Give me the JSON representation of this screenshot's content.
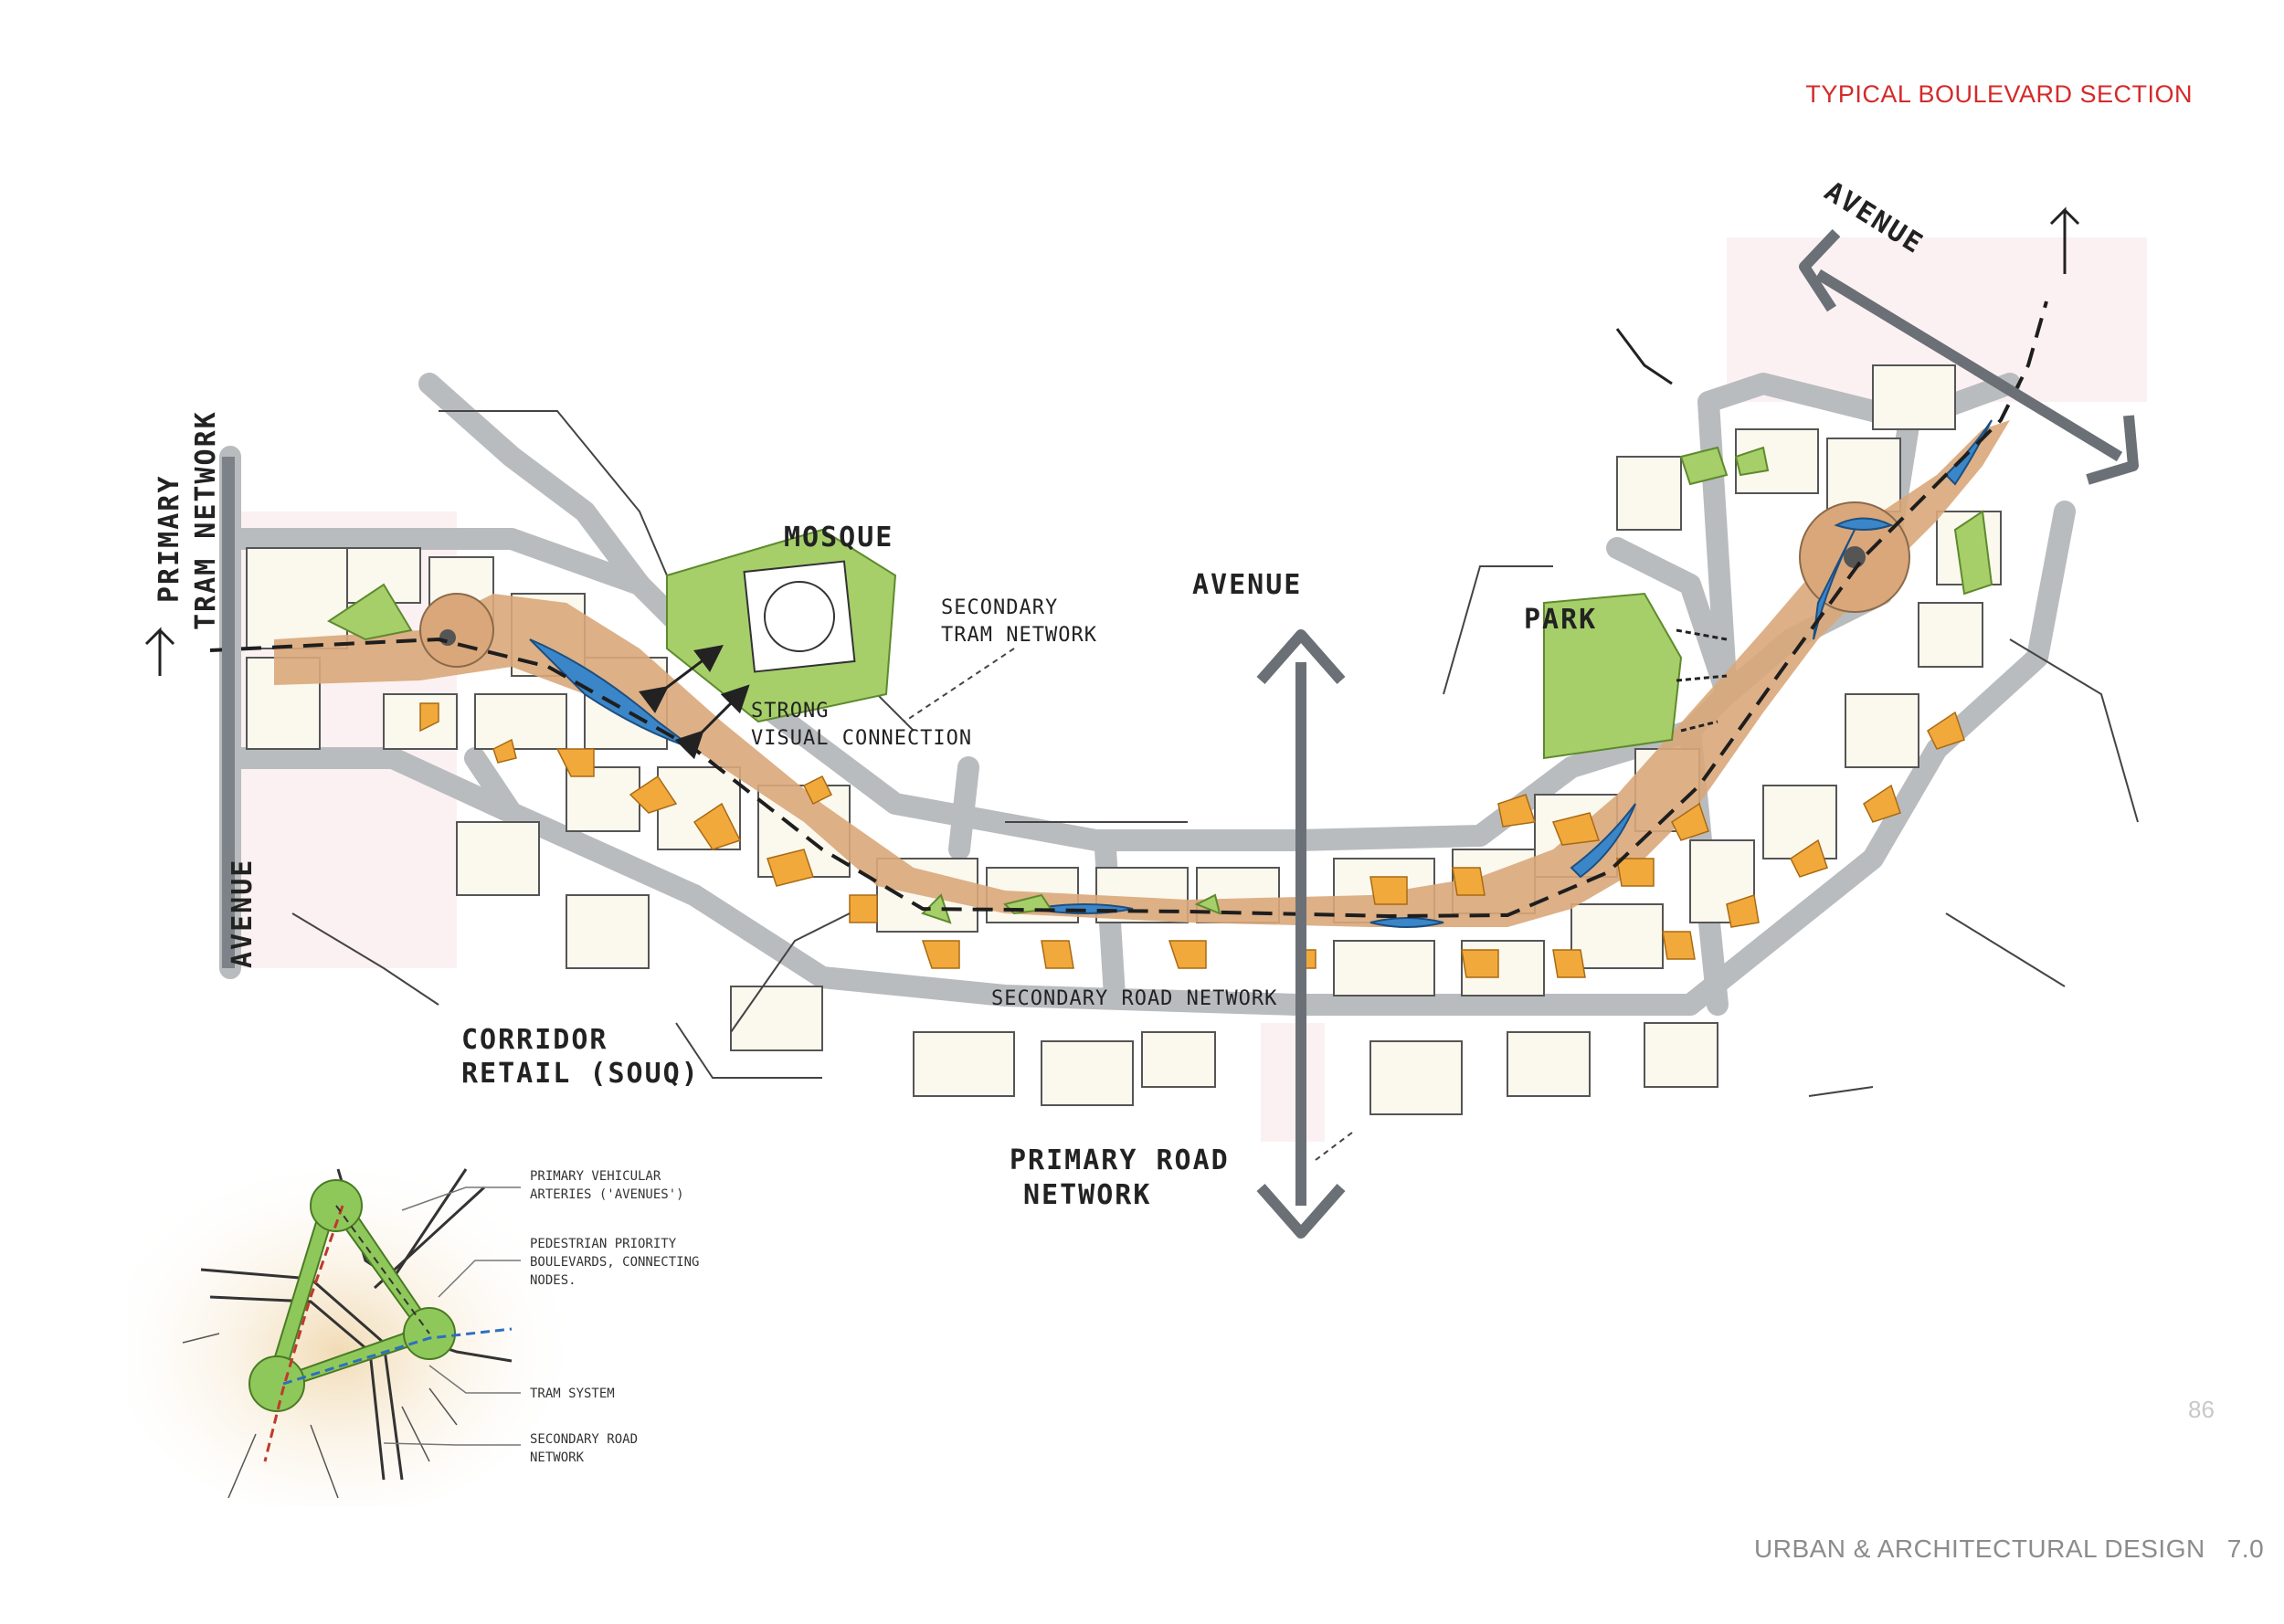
{
  "header": {
    "title": "TYPICAL BOULEVARD SECTION"
  },
  "page": {
    "number": "86"
  },
  "footer": {
    "section_title": "URBAN & ARCHITECTURAL DESIGN",
    "section_number": "7.0"
  },
  "plan": {
    "labels": {
      "primary_tram_1": "PRIMARY",
      "primary_tram_2": "TRAM NETWORK",
      "avenue_left": "AVENUE",
      "mosque": "MOSQUE",
      "secondary_tram_1": "SECONDARY",
      "secondary_tram_2": "TRAM NETWORK",
      "strong_visual_1": "STRONG",
      "strong_visual_2": "VISUAL CONNECTION",
      "avenue_center": "AVENUE",
      "park": "PARK",
      "avenue_top_right": "AVENUE",
      "corridor_1": "CORRIDOR",
      "corridor_2": "RETAIL (SOUQ)",
      "secondary_road": "SECONDARY ROAD NETWORK",
      "primary_road_1": "PRIMARY ROAD",
      "primary_road_2": "NETWORK"
    },
    "colors": {
      "boulevard": "#d9a77a",
      "green": "#a6cf6a",
      "water": "#3a86c8",
      "retail": "#f2a93b",
      "road": "#b9bcbf",
      "block_fill": "#fbf8ee",
      "arrow": "#6b7076"
    }
  },
  "inset": {
    "legend": [
      {
        "line1": "PRIMARY VEHICULAR",
        "line2": "ARTERIES ('AVENUES')"
      },
      {
        "line1": "PEDESTRIAN PRIORITY",
        "line2": "BOULEVARDS, CONNECTING",
        "line3": "NODES."
      },
      {
        "line1": "TRAM SYSTEM"
      },
      {
        "line1": "SECONDARY ROAD",
        "line2": "NETWORK"
      }
    ],
    "colors": {
      "tram_red": "#c0392b",
      "tram_blue": "#2e6fc0",
      "green": "#8fc85a"
    }
  }
}
